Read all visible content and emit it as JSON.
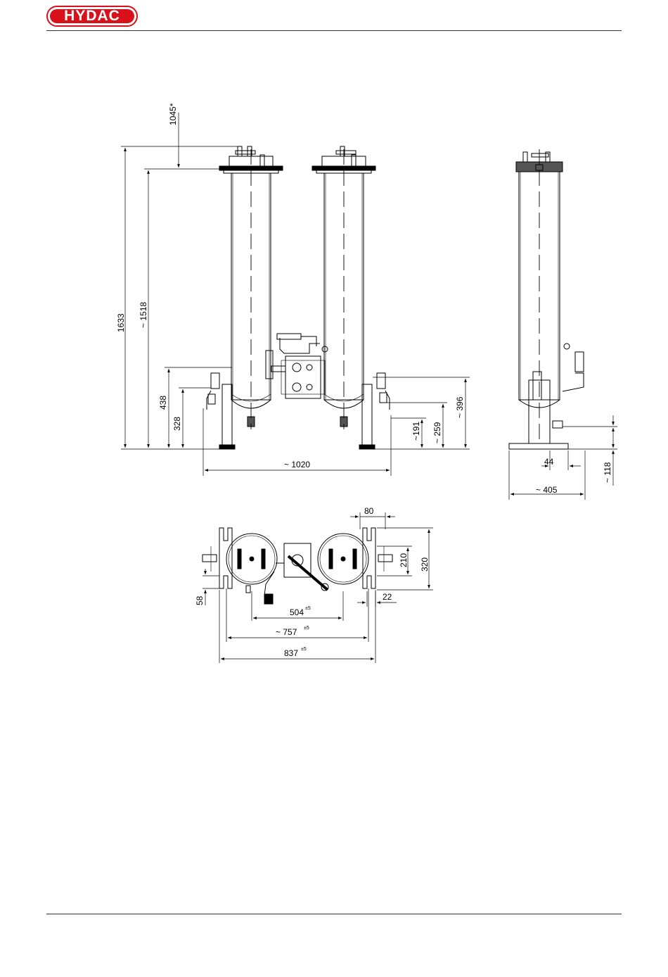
{
  "header": {
    "brand": "HYDAC",
    "brand_color": "#d8111a"
  },
  "dims": {
    "d1045": "1045*",
    "d1633": "1633",
    "d1518": "~ 1518",
    "d438": "438",
    "d328": "328",
    "d1020": "~ 1020",
    "d191": "~191",
    "d259": "~ 259",
    "d396": "~ 396",
    "d44": "44",
    "d118": "~ 118",
    "d405": "~ 405",
    "d80": "80",
    "d210": "210",
    "d320": "320",
    "d22": "22",
    "d58": "58",
    "d504": "504",
    "d757": "~ 757",
    "d837": "837",
    "tol": "±5"
  }
}
